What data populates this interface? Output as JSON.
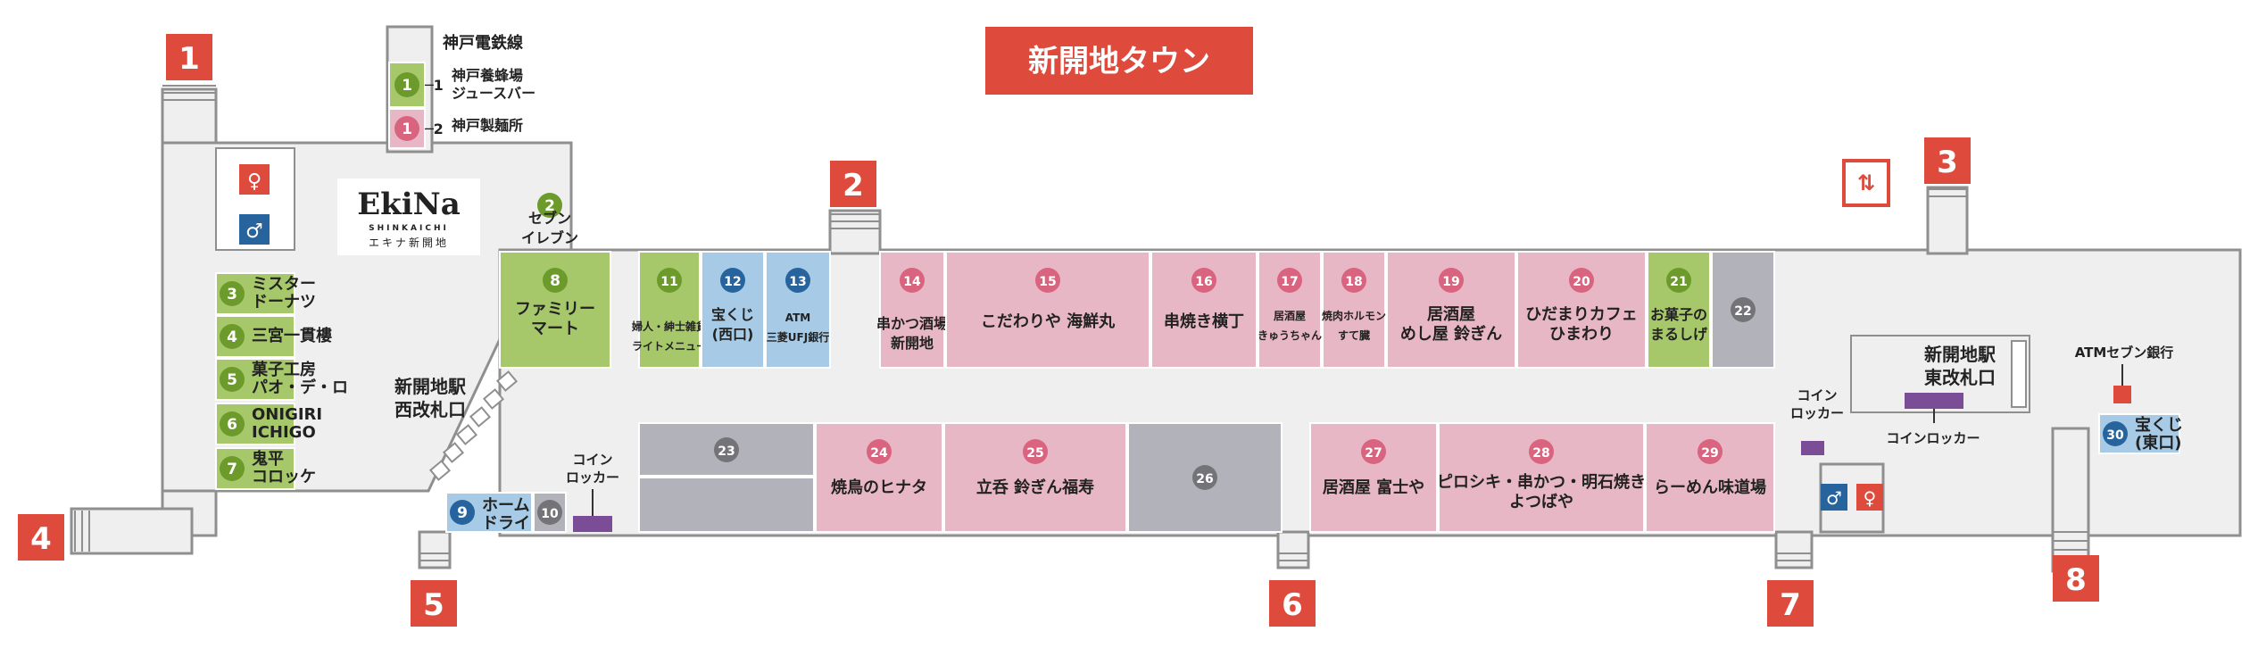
{
  "title": "新開地タウン",
  "colors": {
    "exit": "#de4b3c",
    "green": "#a6c86a",
    "green_dark": "#6d9b2b",
    "pink": "#e8b7c5",
    "pink_dark": "#d9647f",
    "blue": "#a7cbe6",
    "blue_dark": "#27649e",
    "gray": "#b2b2ba",
    "gray_dark": "#747478",
    "locker": "#7b4d97",
    "floor": "#efefef",
    "outline": "#8f8f8f"
  },
  "logo": {
    "main": "EkiNa",
    "sub": "SHINKAICHI",
    "jp": "エキナ新開地"
  },
  "line_label": "神戸電鉄線",
  "exits": [
    "1",
    "2",
    "3",
    "4",
    "5",
    "6",
    "7",
    "8"
  ],
  "gates": {
    "west": [
      "新開地駅",
      "西改札口"
    ],
    "east": [
      "新開地駅",
      "東改札口"
    ]
  },
  "lockers": {
    "west": [
      "コイン",
      "ロッカー"
    ],
    "middle": [
      "コイン",
      "ロッカー"
    ],
    "east": "コインロッカー"
  },
  "atm_seven": "ATMセブン銀行",
  "shops": [
    {
      "num": "1-1",
      "lines": [
        "神戸養蜂場",
        "ジュースバー"
      ]
    },
    {
      "num": "1-2",
      "lines": [
        "神戸製麺所"
      ]
    },
    {
      "num": "2",
      "lines": [
        "セブン",
        "イレブン"
      ]
    },
    {
      "num": "3",
      "lines": [
        "ミスター",
        "ドーナツ"
      ]
    },
    {
      "num": "4",
      "lines": [
        "三宮一貫樓"
      ]
    },
    {
      "num": "5",
      "lines": [
        "菓子工房",
        "パオ・デ・ロ"
      ]
    },
    {
      "num": "6",
      "lines": [
        "ONIGIRI",
        "ICHIGO"
      ]
    },
    {
      "num": "7",
      "lines": [
        "鬼平",
        "コロッケ"
      ]
    },
    {
      "num": "8",
      "lines": [
        "ファミリー",
        "マート"
      ]
    },
    {
      "num": "9",
      "lines": [
        "ホーム",
        "ドライ"
      ]
    },
    {
      "num": "10",
      "lines": []
    },
    {
      "num": "11",
      "lines": [
        "婦人・紳士雑貨",
        "ライトメニュー"
      ]
    },
    {
      "num": "12",
      "lines": [
        "宝くじ",
        "(西口)"
      ]
    },
    {
      "num": "13",
      "lines": [
        "ATM",
        "三菱UFJ銀行"
      ]
    },
    {
      "num": "14",
      "lines": [
        "串かつ酒場",
        "新開地"
      ]
    },
    {
      "num": "15",
      "lines": [
        "こだわりや 海鮮丸"
      ]
    },
    {
      "num": "16",
      "lines": [
        "串焼き横丁"
      ]
    },
    {
      "num": "17",
      "lines": [
        "居酒屋",
        "きゅうちゃん"
      ]
    },
    {
      "num": "18",
      "lines": [
        "焼肉ホルモン",
        "すて臓"
      ]
    },
    {
      "num": "19",
      "lines": [
        "居酒屋",
        "めし屋 鈴ぎん"
      ]
    },
    {
      "num": "20",
      "lines": [
        "ひだまりカフェ",
        "ひまわり"
      ]
    },
    {
      "num": "21",
      "lines": [
        "お菓子の",
        "まるしげ"
      ]
    },
    {
      "num": "22",
      "lines": []
    },
    {
      "num": "23",
      "lines": []
    },
    {
      "num": "24",
      "lines": [
        "焼鳥のヒナタ"
      ]
    },
    {
      "num": "25",
      "lines": [
        "立呑 鈴ぎん福寿"
      ]
    },
    {
      "num": "26",
      "lines": []
    },
    {
      "num": "27",
      "lines": [
        "居酒屋 富士や"
      ]
    },
    {
      "num": "28",
      "lines": [
        "ピロシキ・串かつ・明石焼き",
        "よつばや"
      ]
    },
    {
      "num": "29",
      "lines": [
        "らーめん味道場"
      ]
    },
    {
      "num": "30",
      "lines": [
        "宝くじ",
        "(東口)"
      ]
    }
  ]
}
